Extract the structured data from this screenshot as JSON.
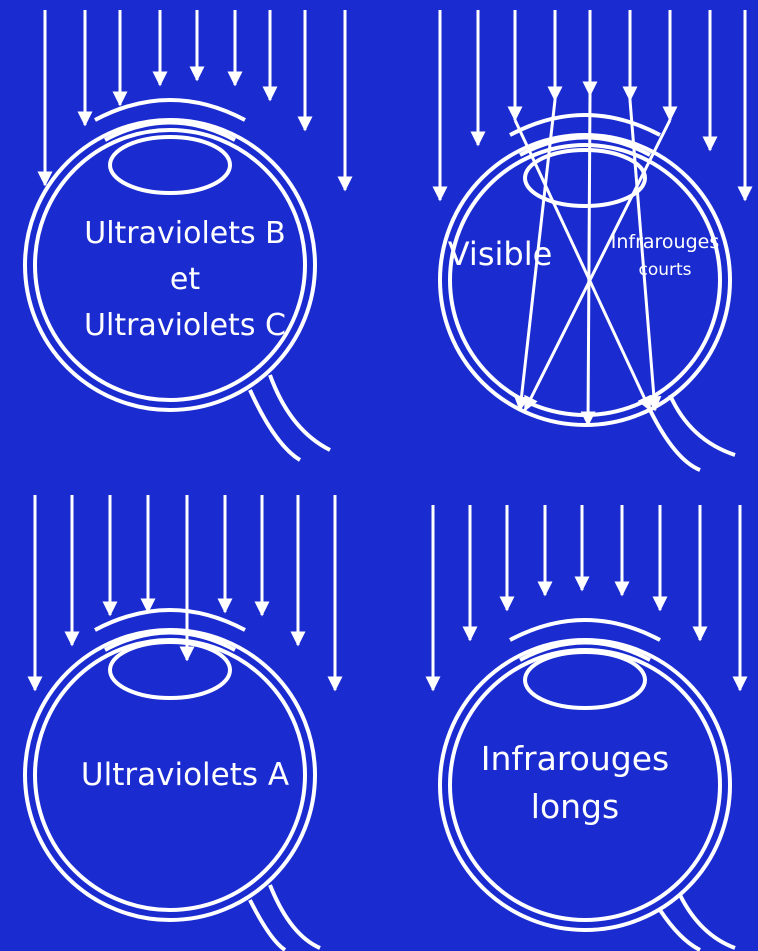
{
  "colors": {
    "background": "#1a2bd0",
    "line": "#ffffff"
  },
  "panels": [
    {
      "id": "uvb-uvc",
      "lines": [
        "Ultraviolets B",
        "et",
        "Ultraviolets C"
      ]
    },
    {
      "id": "visible-ir-short",
      "left_label": "Visible",
      "right_lines": [
        "Infrarouges",
        "courts"
      ]
    },
    {
      "id": "uva",
      "lines": [
        "Ultraviolets A"
      ]
    },
    {
      "id": "ir-long",
      "lines": [
        "Infrarouges",
        "longs"
      ]
    }
  ]
}
